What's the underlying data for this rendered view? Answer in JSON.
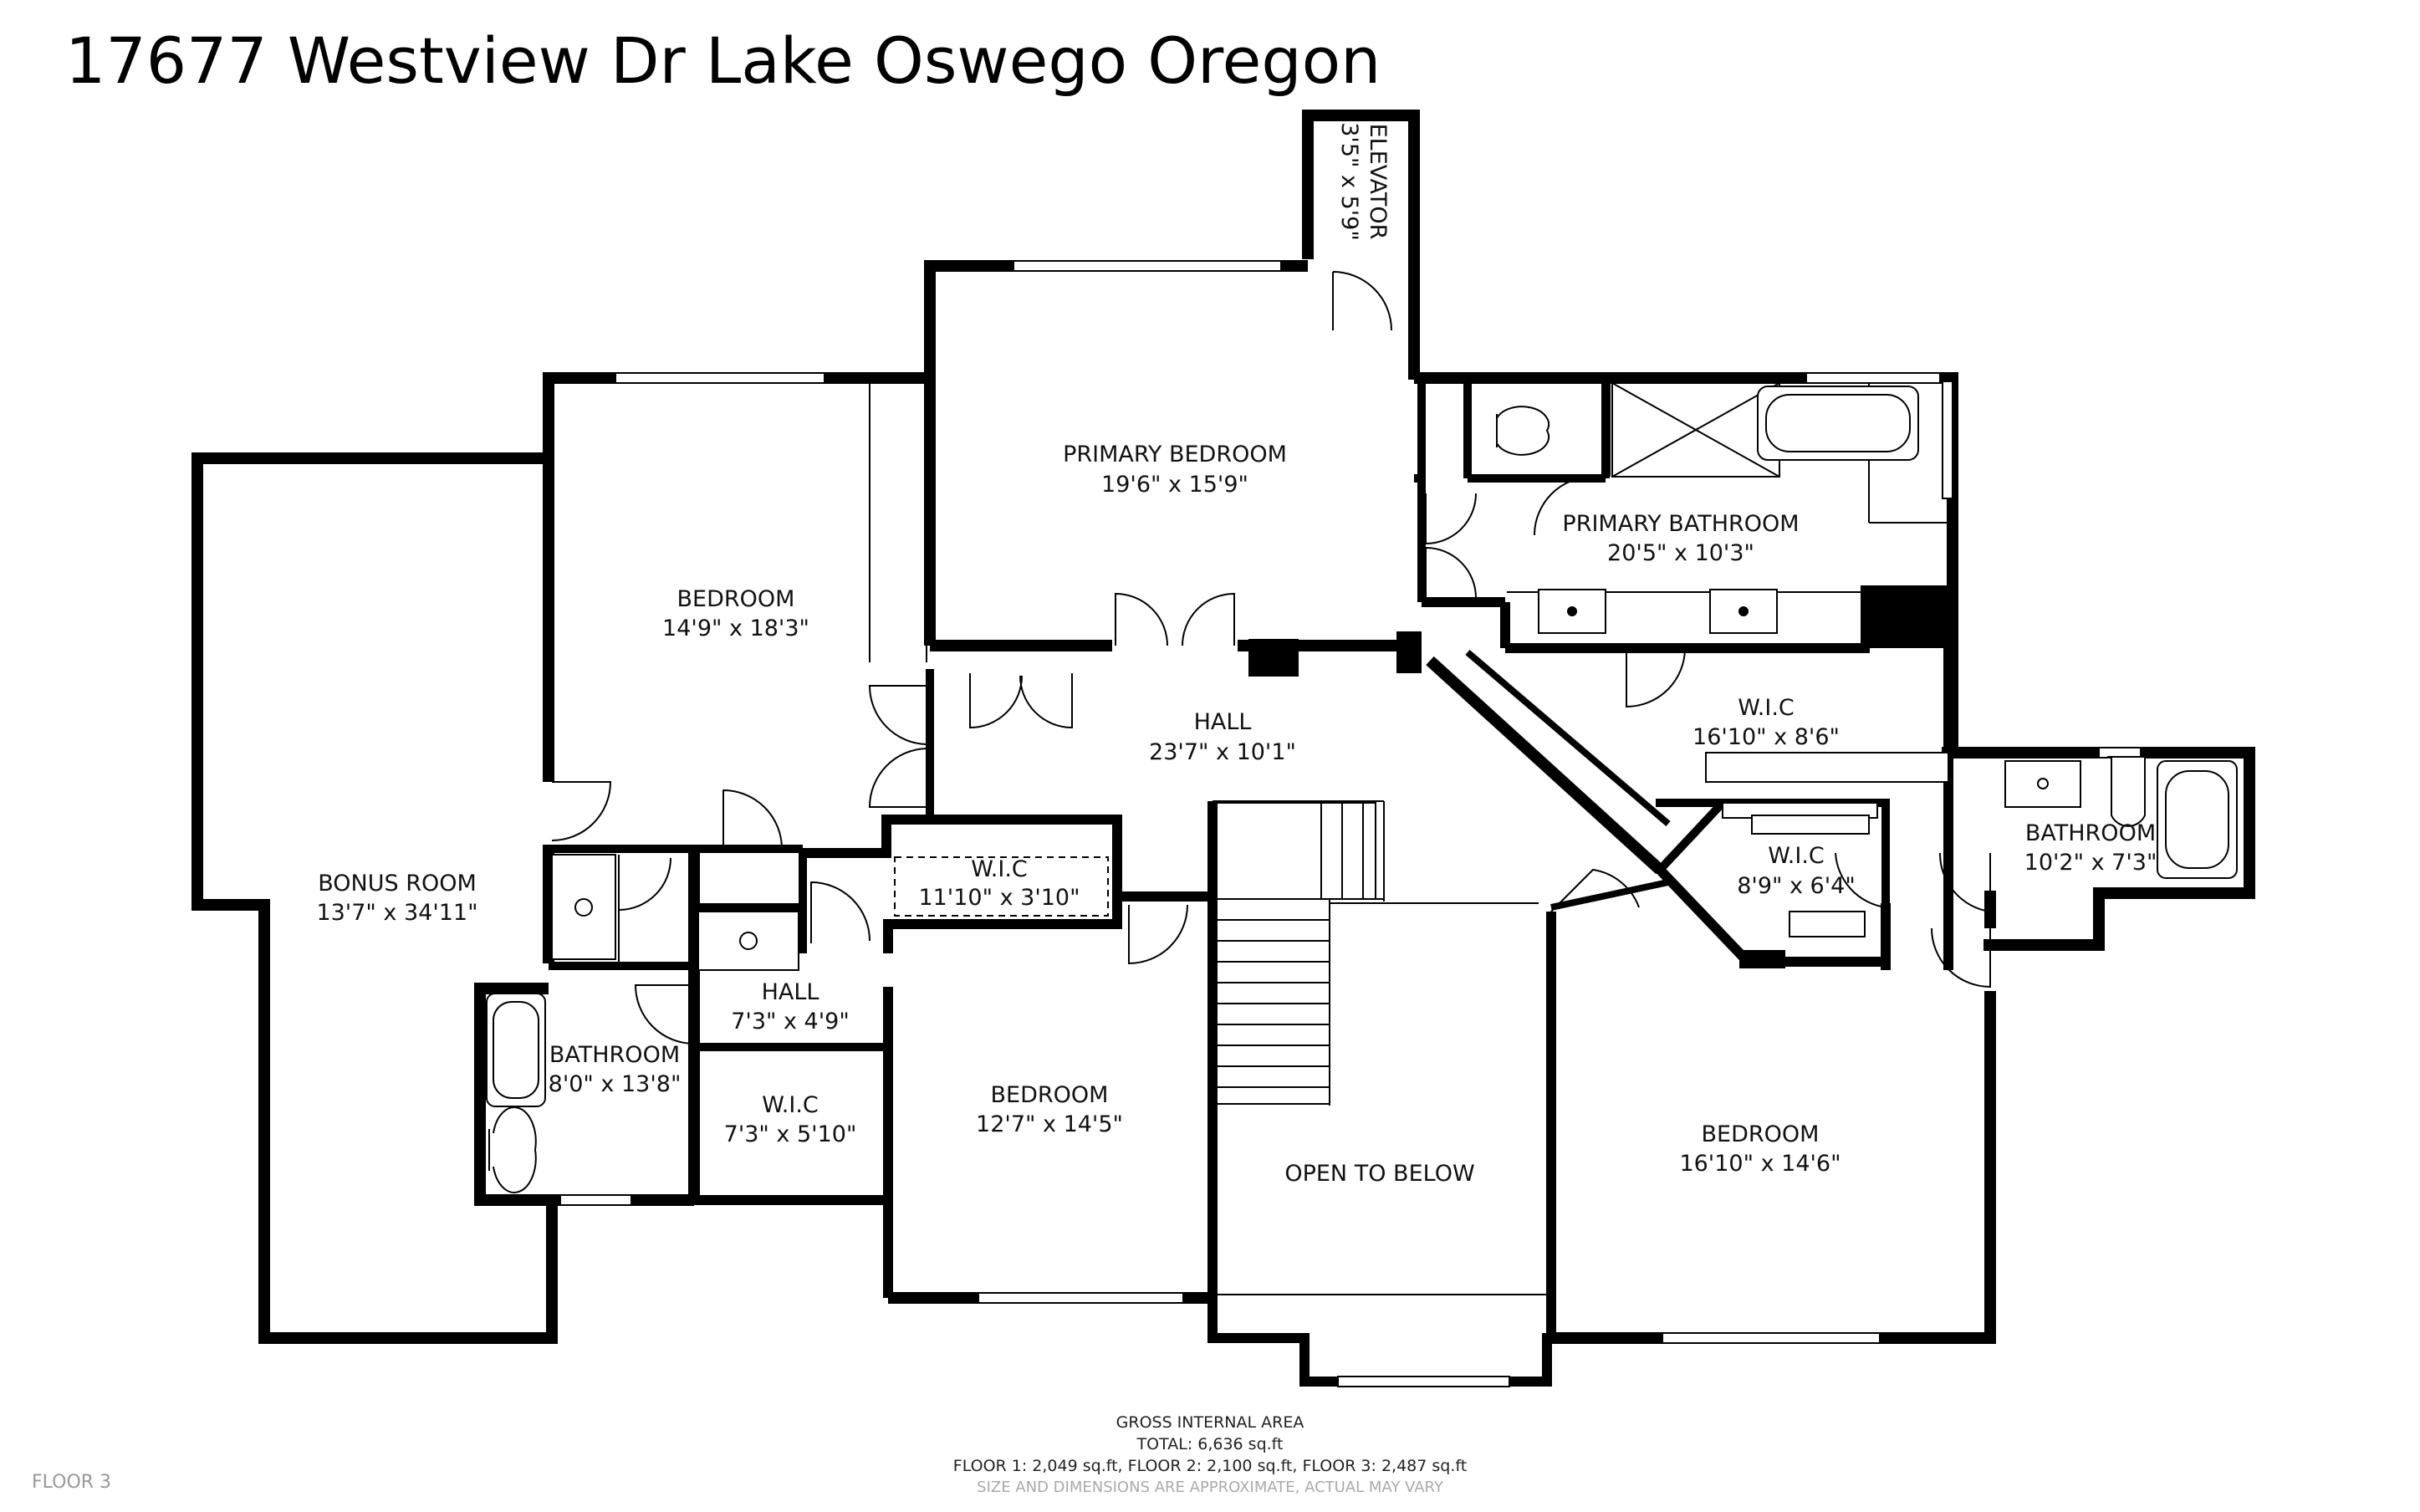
{
  "title": "17677 Westview Dr Lake Oswego Oregon",
  "rooms": {
    "elevator": {
      "name": "ELEVATOR",
      "dims": "3'5\" x 5'9\""
    },
    "primary_bedroom": {
      "name": "PRIMARY BEDROOM",
      "dims": "19'6\" x 15'9\""
    },
    "primary_bathroom": {
      "name": "PRIMARY BATHROOM",
      "dims": "20'5\" x 10'3\""
    },
    "bedroom_1": {
      "name": "BEDROOM",
      "dims": "14'9\" x 18'3\""
    },
    "hall_main": {
      "name": "HALL",
      "dims": "23'7\" x 10'1\""
    },
    "wic_primary": {
      "name": "W.I.C",
      "dims": "16'10\" x 8'6\""
    },
    "bonus_room": {
      "name": "BONUS ROOM",
      "dims": "13'7\" x 34'11\""
    },
    "wic_hall": {
      "name": "W.I.C",
      "dims": "11'10\" x 3'10\""
    },
    "wic_east": {
      "name": "W.I.C",
      "dims": "8'9\" x 6'4\""
    },
    "bathroom_east": {
      "name": "BATHROOM",
      "dims": "10'2\" x 7'3\""
    },
    "hall_small": {
      "name": "HALL",
      "dims": "7'3\" x 4'9\""
    },
    "bathroom_west": {
      "name": "BATHROOM",
      "dims": "8'0\" x 13'8\""
    },
    "wic_small": {
      "name": "W.I.C",
      "dims": "7'3\" x 5'10\""
    },
    "bedroom_2": {
      "name": "BEDROOM",
      "dims": "12'7\" x 14'5\""
    },
    "open_to_below": {
      "name": "OPEN TO BELOW"
    },
    "bedroom_3": {
      "name": "BEDROOM",
      "dims": "16'10\" x 14'6\""
    }
  },
  "footer": {
    "line1": "GROSS INTERNAL AREA",
    "line2": "TOTAL: 6,636 sq.ft",
    "line3": "FLOOR 1: 2,049 sq.ft, FLOOR 2: 2,100 sq.ft, FLOOR 3: 2,487 sq.ft",
    "line4": "SIZE AND DIMENSIONS ARE APPROXIMATE, ACTUAL MAY VARY"
  },
  "floor_label": "FLOOR 3"
}
